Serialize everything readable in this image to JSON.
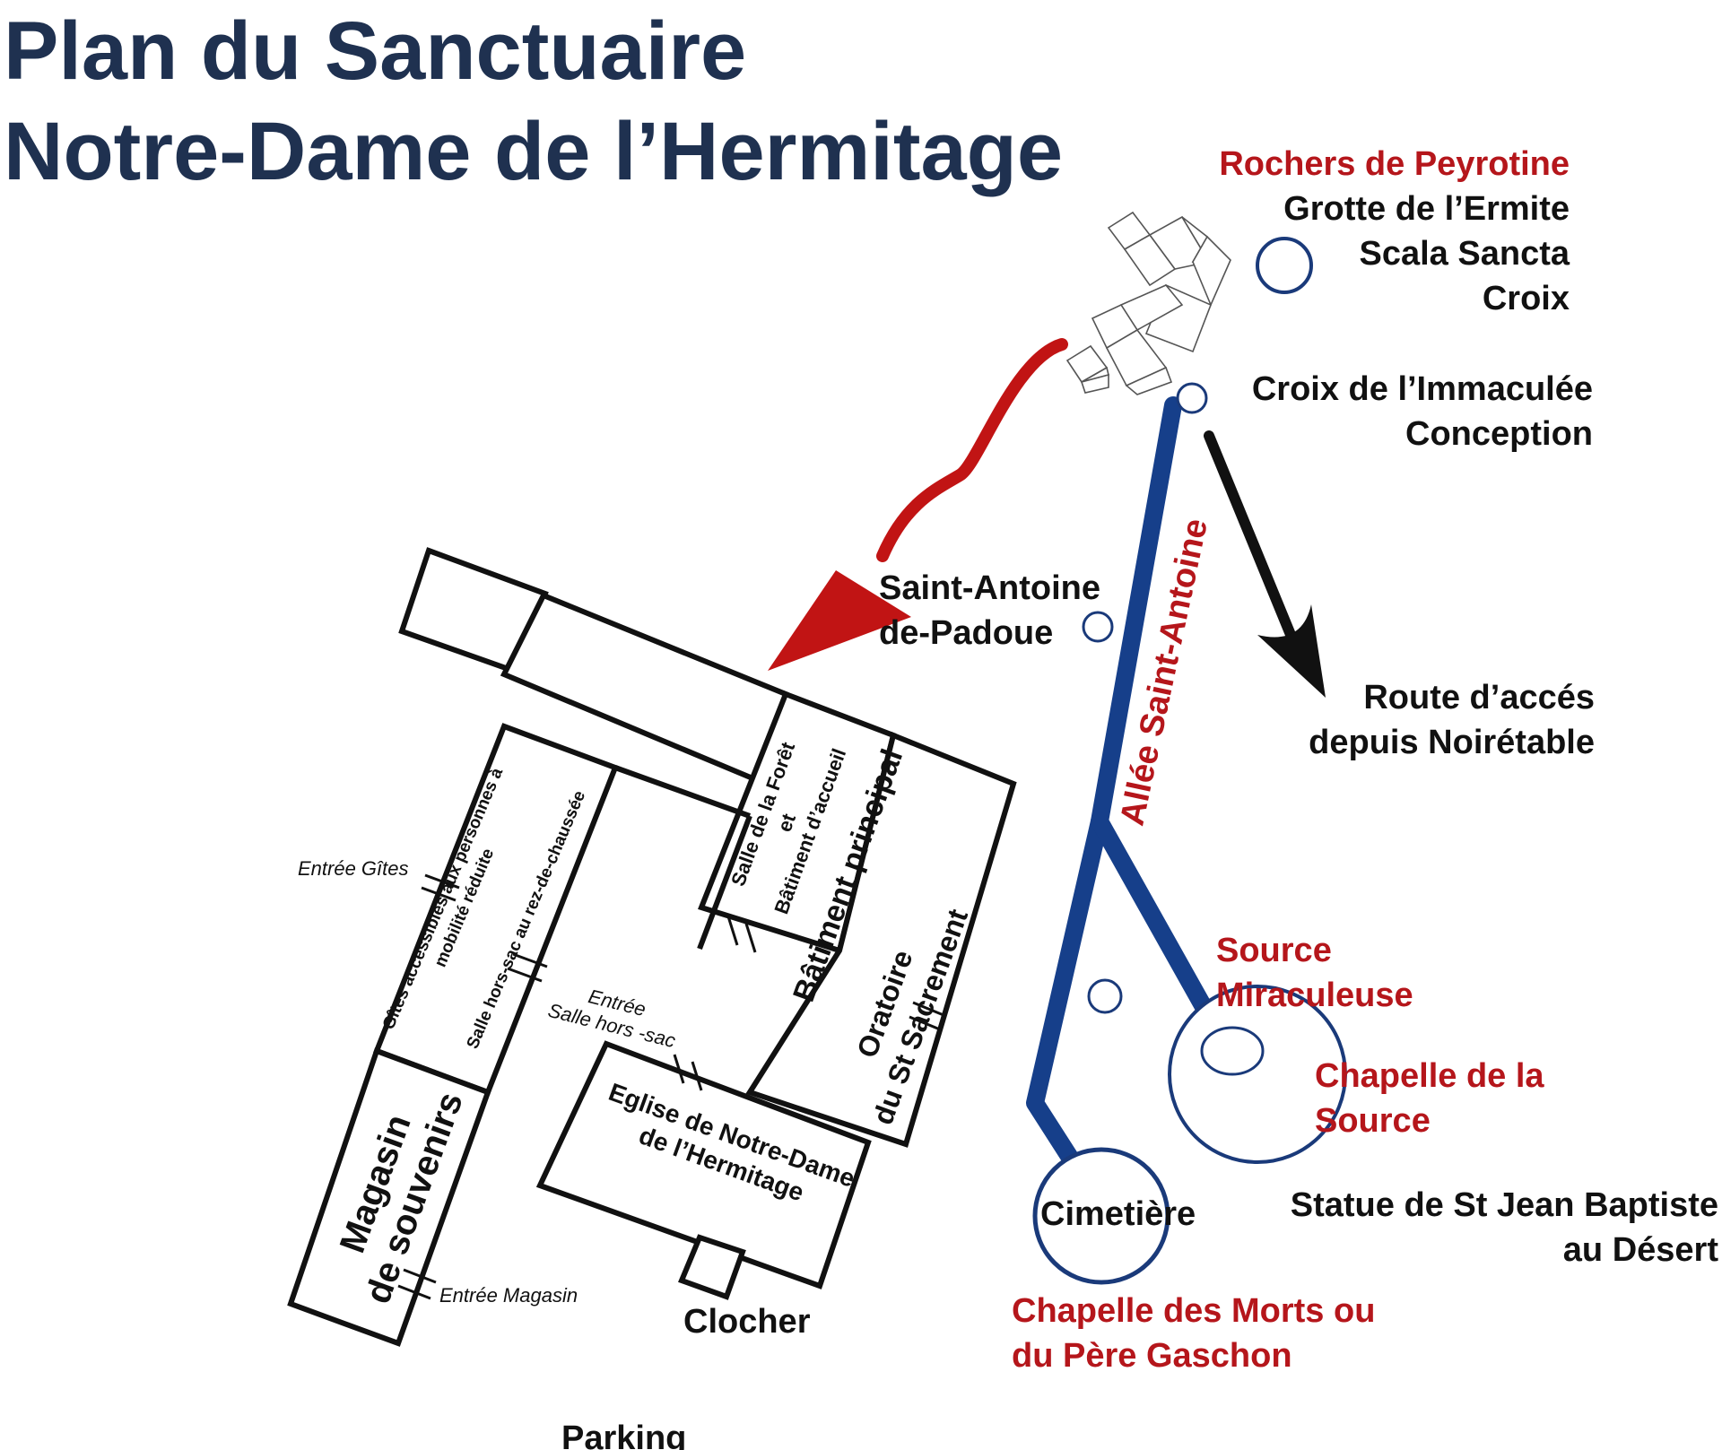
{
  "title": {
    "line1": "Plan du Sanctuaire",
    "line2": "Notre-Dame de l’Hermitage"
  },
  "colors": {
    "title": "#1f3150",
    "path_blue": "#163f8a",
    "arrow_red": "#c11414",
    "label_red": "#b5161b",
    "label_black": "#111111"
  },
  "labels": {
    "rochers": "Rochers de Peyrotine",
    "grotte": "Grotte de l’Ermite",
    "scala": "Scala Sancta",
    "croix": "Croix",
    "croix_immaculee_1": "Croix de l’Immaculée",
    "croix_immaculee_2": "Conception",
    "saint_antoine_1": "Saint-Antoine",
    "saint_antoine_2": "de-Padoue",
    "allee": "Allée Saint-Antoine",
    "route_1": "Route d’accés",
    "route_2": "depuis Noirétable",
    "source_1": "Source",
    "source_2": "Miraculeuse",
    "chapelle_source_1": "Chapelle de la",
    "chapelle_source_2": "Source",
    "cimetiere": "Cimetière",
    "statue_1": "Statue de St Jean Baptiste",
    "statue_2": "au Désert",
    "chapelle_morts_1": "Chapelle des Morts ou",
    "chapelle_morts_2": "du Père Gaschon",
    "parking": "Parking",
    "clocher": "Clocher"
  },
  "buildings": {
    "gites_1": "Gîtes accessibles aux personnes à",
    "gites_2": "mobilité réduite",
    "salle_hors_sac": "Salle hors-sac au rez-de-chaussée",
    "salle_foret_1": "Salle de la Forêt",
    "salle_foret_2": "et",
    "salle_foret_3": "Bâtiment d’accueil",
    "batiment_principal": "Bâtiment principal",
    "oratoire_1": "Oratoire",
    "oratoire_2": "du St Sacrement",
    "magasin_1": "Magasin",
    "magasin_2": "de souvenirs",
    "eglise_1": "Eglise de Notre-Dame",
    "eglise_2": "de l’Hermitage"
  },
  "entrances": {
    "gites": "Entrée Gîtes",
    "salle_1": "Entrée",
    "salle_2": "Salle hors -sac",
    "magasin": "Entrée Magasin"
  }
}
